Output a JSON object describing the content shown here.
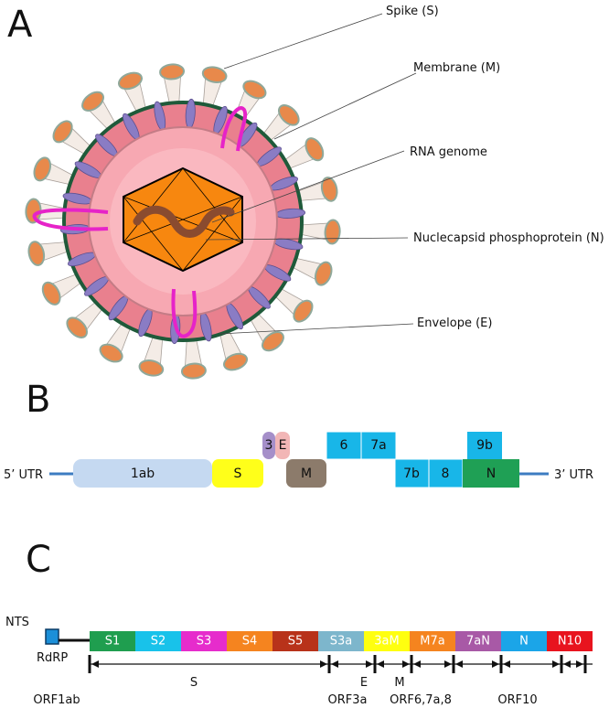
{
  "panels": {
    "a": "A",
    "b": "B",
    "c": "C"
  },
  "virion_labels": {
    "spike": "Spike (S)",
    "membrane": "Membrane (M)",
    "rna": "RNA genome",
    "nucleocapsid": "Nuclecapsid phosphoprotein (N)",
    "envelope": "Envelope (E)"
  },
  "colors": {
    "outer_ring": "#1f5a3a",
    "envelope_fill": "#e9808e",
    "inner_fill": "#f59aa6",
    "capsid": "#f7870f",
    "rna": "#8a4b2f",
    "spike_head": "#e8894b",
    "spike_stalk": "#f4ece6",
    "membrane_protein": "#8a7cc4",
    "envelope_protein": "#e623c8"
  },
  "genome_b": {
    "utr5": "5’ UTR",
    "utr3": "3’ UTR",
    "genes": [
      {
        "label": "1ab",
        "color": "#c5d9f1"
      },
      {
        "label": "S",
        "color": "#ffff1a"
      },
      {
        "label": "3",
        "color": "#a58fc9"
      },
      {
        "label": "E",
        "color": "#f2b6b6"
      },
      {
        "label": "M",
        "color": "#8c7b6b"
      },
      {
        "label": "6",
        "color": "#18b6e8"
      },
      {
        "label": "7a",
        "color": "#18b6e8"
      },
      {
        "label": "7b",
        "color": "#18b6e8"
      },
      {
        "label": "8",
        "color": "#18b6e8"
      },
      {
        "label": "9b",
        "color": "#18b6e8"
      },
      {
        "label": "N",
        "color": "#1fa055"
      }
    ]
  },
  "genome_c": {
    "nts": "NTS",
    "rdrp": "RdRP",
    "segments": [
      {
        "label": "S1",
        "color": "#1f9e4f"
      },
      {
        "label": "S2",
        "color": "#18c2ea"
      },
      {
        "label": "S3",
        "color": "#e62ccc"
      },
      {
        "label": "S4",
        "color": "#f5841f"
      },
      {
        "label": "S5",
        "color": "#b8321a"
      },
      {
        "label": "S3a",
        "color": "#7db6cc"
      },
      {
        "label": "3aM",
        "color": "#ffff0f"
      },
      {
        "label": "M7a",
        "color": "#f5841f"
      },
      {
        "label": "7aN",
        "color": "#a859a6"
      },
      {
        "label": "N",
        "color": "#1ba5e8"
      },
      {
        "label": "N10",
        "color": "#e8141e"
      }
    ],
    "ranges_top": [
      "S",
      "E",
      "M"
    ],
    "ranges_bottom": [
      "ORF1ab",
      "ORF3a",
      "ORF6,7a,8",
      "ORF10"
    ]
  }
}
